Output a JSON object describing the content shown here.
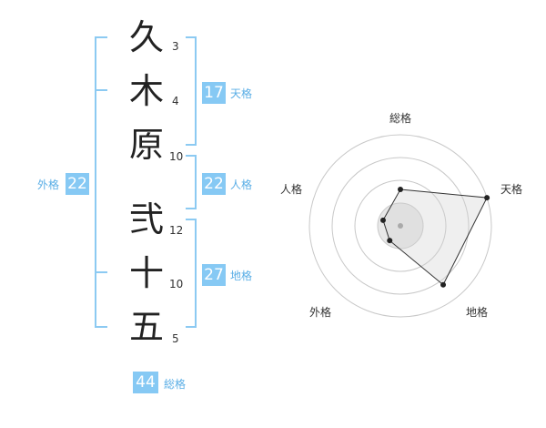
{
  "name": {
    "chars": [
      {
        "char": "久",
        "strokes": "3"
      },
      {
        "char": "木",
        "strokes": "4"
      },
      {
        "char": "原",
        "strokes": "10"
      },
      {
        "char": "弐",
        "strokes": "12"
      },
      {
        "char": "十",
        "strokes": "10"
      },
      {
        "char": "五",
        "strokes": "5"
      }
    ]
  },
  "fortunes": {
    "tenkaku": {
      "value": "17",
      "label": "天格"
    },
    "jinkaku": {
      "value": "22",
      "label": "人格"
    },
    "chikaku": {
      "value": "27",
      "label": "地格"
    },
    "gaikaku": {
      "value": "22",
      "label": "外格"
    },
    "soukaku": {
      "value": "44",
      "label": "総格"
    }
  },
  "colors": {
    "accent": "#86c9f4",
    "bracket": "#8ccaf2",
    "label": "#5aaee6"
  },
  "chart_data": {
    "type": "radar",
    "axes": [
      "総格",
      "天格",
      "地格",
      "外格",
      "人格"
    ],
    "values": [
      0.4,
      1.0,
      0.8,
      0.2,
      0.2
    ],
    "rings": 4,
    "max": 1.0
  }
}
